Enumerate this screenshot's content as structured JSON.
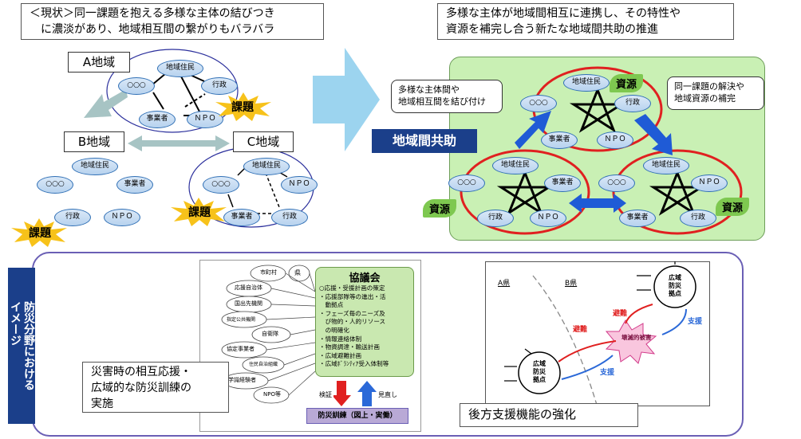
{
  "top_left": {
    "title": "＜現状＞同一課題を抱える多様な主体の結びつき\n　に濃淡があり、地域相互間の繋がりもバラバラ",
    "region_a": "A地域",
    "region_b": "B地域",
    "region_c": "C地域",
    "issue": "課題",
    "nodes": {
      "residents": "地域住民",
      "ooo": "○○○",
      "gov": "行政",
      "biz": "事業者",
      "npo": "ＮＰＯ"
    }
  },
  "top_right": {
    "title": "多様な主体が地域間相互に連携し、その特性や\n資源を補完し合う新たな地域間共助の推進",
    "banner": "地域間共助",
    "resource": "資源",
    "callout_left": "多様な主体間や\n地域相互間を結び付け",
    "callout_right": "同一課題の解決や\n地域資源の補完"
  },
  "bottom": {
    "side_label": "防災分野における\nイメージ",
    "caption_left": "災害時の相互応援・\n広域的な防災訓練の\n実施",
    "caption_right": "後方支援機能の強化",
    "council": {
      "title": "協議会",
      "items": "○応援・受援計画の策定\n・応援部隊等の進出・活\n　動拠点\n・フェーズ毎のニーズ及\n　び物的・人的リソース\n　の明確化\n・情報連絡体制\n・物資調達・輸送計画\n・広域避難計画\n・広域ﾎﾞﾗﾝﾃｨｱ受入体制等",
      "verify": "検証",
      "review": "見直し",
      "training": "防災訓練（図上・実働）"
    },
    "actors": [
      "市町村",
      "県",
      "応援自治体",
      "国出先機関",
      "指定公共機関",
      "自衛隊",
      "協定事業者",
      "住民自治組織",
      "学識経験者",
      "NPO等"
    ],
    "right_diagram": {
      "pref_a": "A県",
      "pref_b": "B県",
      "base_top": "広域\n防災\n拠点",
      "base_bottom": "広域\n防災\n拠点",
      "evac1": "避難",
      "evac2": "避難",
      "support1": "支援",
      "support2": "支援",
      "damage": "壊滅的被害"
    }
  },
  "colors": {
    "arrow_blue": "#1f5bd6",
    "banner_navy": "#1b3f8a",
    "green_panel": "#c9f0b4",
    "red_ring": "#e02020",
    "outline_purple": "#6a5fb5"
  }
}
